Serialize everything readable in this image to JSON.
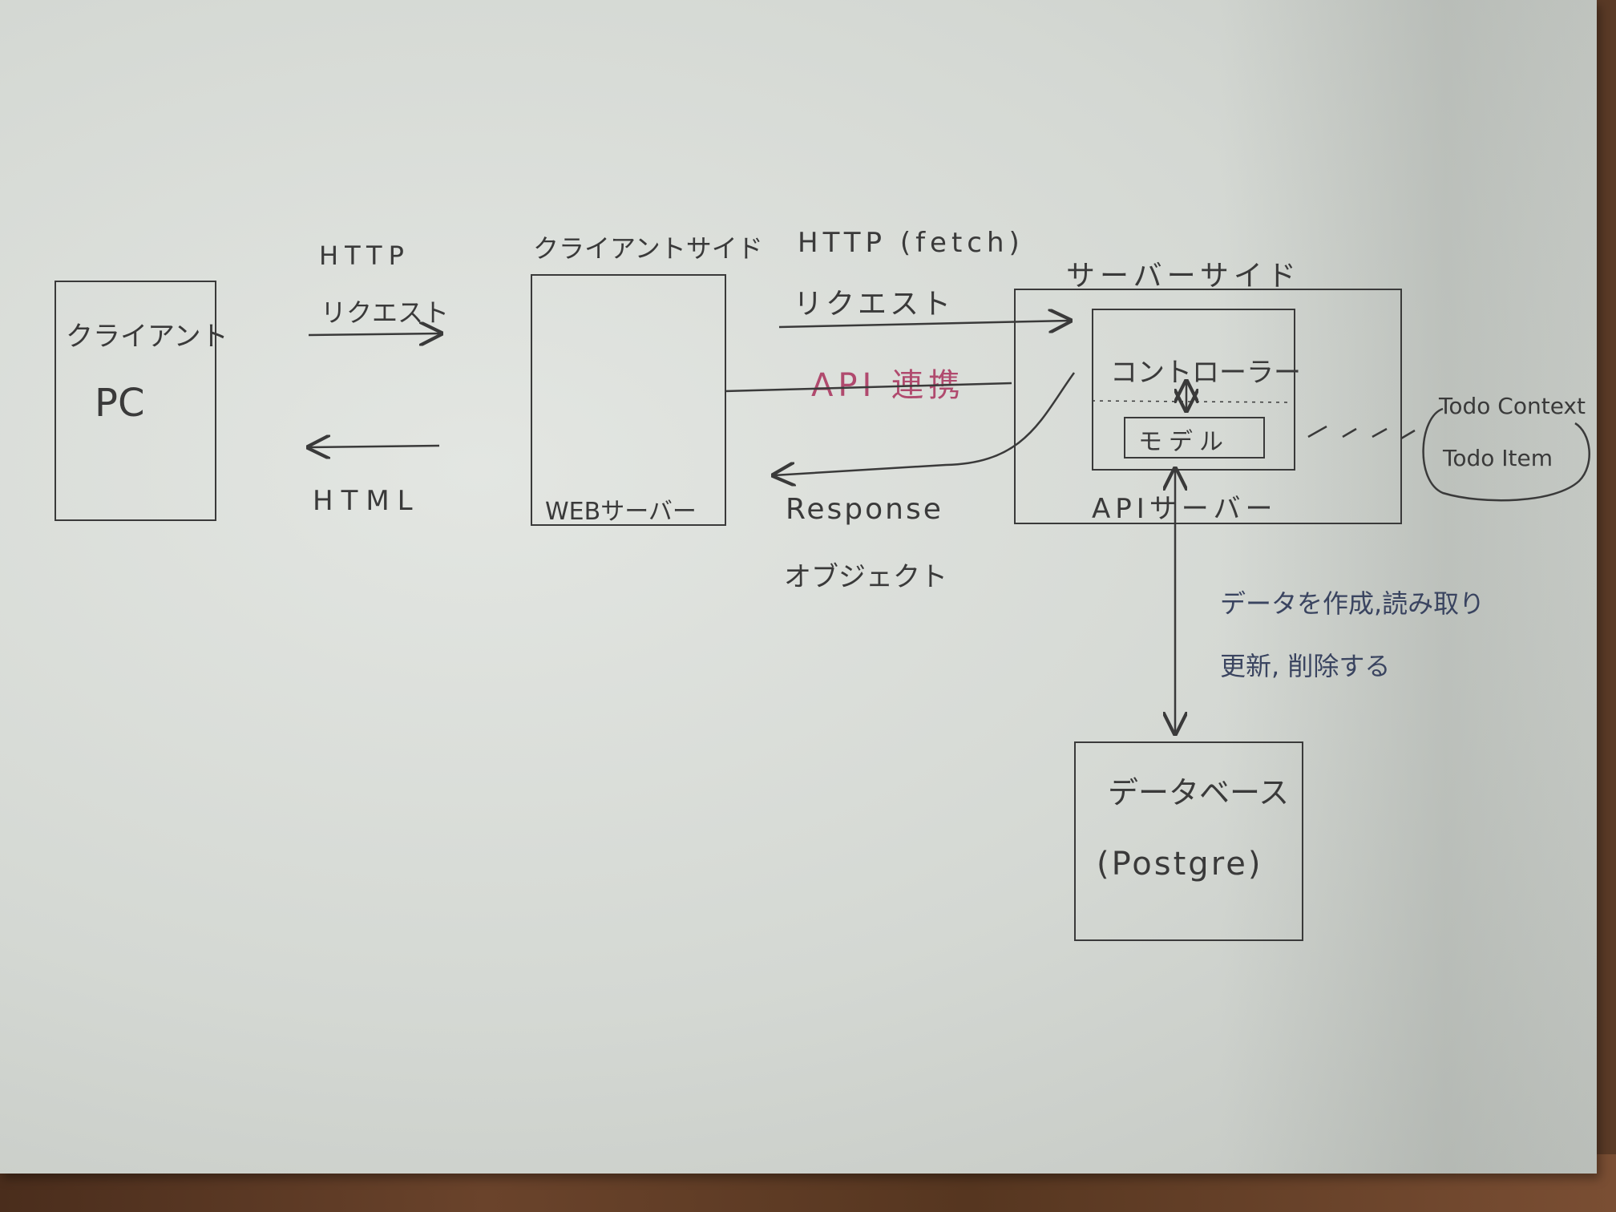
{
  "client": {
    "title": "クライアント",
    "device": "PC"
  },
  "flow_client_web": {
    "request_label_line1": "HTTP",
    "request_label_line2": "リクエスト",
    "response_label": "HTML"
  },
  "client_side": {
    "heading": "クライアントサイド",
    "server_label": "WEBサーバー"
  },
  "flow_web_api": {
    "request_label_line1": "HTTP (fetch)",
    "request_label_line2": "リクエスト",
    "link_label": "API 連携",
    "response_label_line1": "Response",
    "response_label_line2": "オブジェクト"
  },
  "server_side": {
    "heading": "サーバーサイド",
    "controller": "コントローラー",
    "model": "モデル",
    "api_server_label": "APIサーバー"
  },
  "context_note": {
    "line1": "Todo Context",
    "line2": "Todo Item"
  },
  "db_flow": {
    "label_line1": "データを作成,読み取り",
    "label_line2": "更新, 削除する"
  },
  "database": {
    "title": "データベース",
    "engine": "(Postgre)"
  },
  "colors": {
    "ink": "#3a3a3a",
    "red_ink": "#b04a6e",
    "blue_ink": "#3a4460",
    "paper": "#d6dad5"
  }
}
